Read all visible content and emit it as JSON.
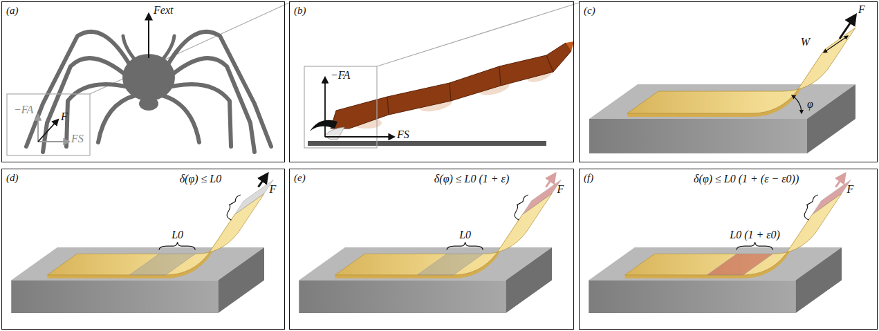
{
  "diagram": {
    "nodes": [
      {
        "text": [
          "(a)"
        ]
      },
      {
        "text": [
          "(b)"
        ]
      },
      {
        "text": [
          "(c)"
        ]
      },
      {
        "text": [
          "(d)"
        ]
      },
      {
        "text": [
          "(e)"
        ]
      },
      {
        "text": [
          "(f)"
        ]
      }
    ],
    "labels": [
      "Fext",
      "−FA",
      "F",
      "FS",
      "−FA",
      "FS",
      "F",
      "W",
      "φ",
      "δ(φ) ≤ L0",
      "F",
      "L0",
      "δ(φ) ≤ L0 (1 + ε)",
      "F",
      "L0",
      "δ(φ) ≤ L0 (1 + (ε − ε0))",
      "F",
      "L0 (1 + ε0)"
    ]
  }
}
